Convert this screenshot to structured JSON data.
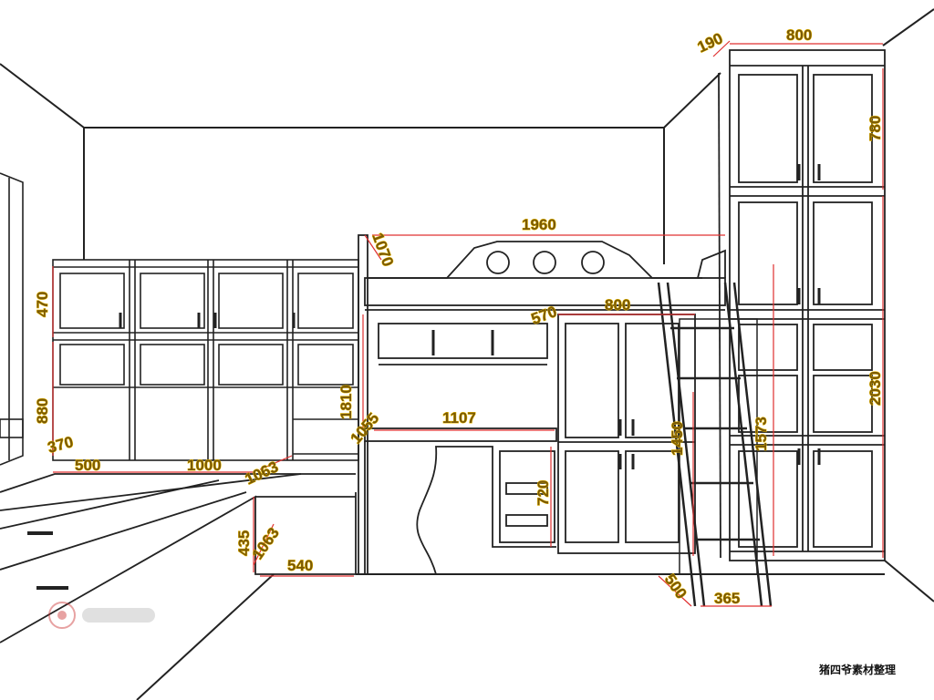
{
  "dimensions": {
    "d190": "190",
    "d800_top": "800",
    "d780": "780",
    "d1960": "1960",
    "d1070": "1070",
    "d470": "470",
    "d880": "880",
    "d370": "370",
    "d500": "500",
    "d1000": "1000",
    "d1063_a": "1063",
    "d1063_b": "1063",
    "d435": "435",
    "d540": "540",
    "d570": "570",
    "d800_mid": "800",
    "d1810": "1810",
    "d1055": "1055",
    "d1107": "1107",
    "d720": "720",
    "d1450": "1450",
    "d1573": "1573",
    "d2030": "2030",
    "d500_ladder": "500",
    "d365": "365"
  },
  "caption": "猪四爷素材整理",
  "colors": {
    "dimension_text": "#f4c200",
    "dimension_line": "#e03030",
    "outline": "#222222"
  }
}
